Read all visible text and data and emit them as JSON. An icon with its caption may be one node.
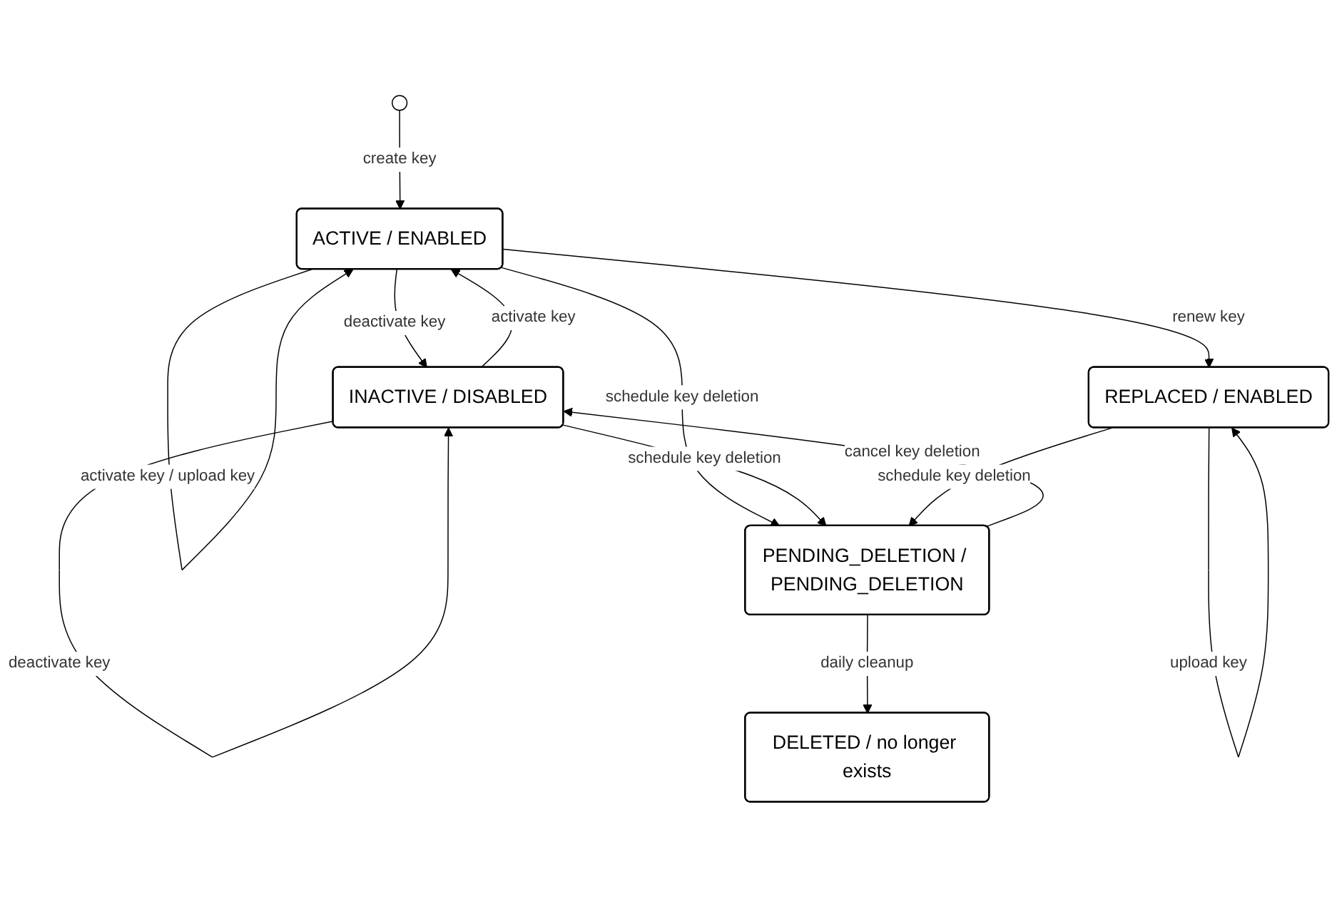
{
  "diagram": {
    "nodes": [
      {
        "text": [],
        "shape": "circle"
      },
      {
        "text": [
          "ACTIVE / ENABLED"
        ]
      },
      {
        "text": [
          "INACTIVE / DISABLED"
        ]
      },
      {
        "text": [
          "PENDING_DELETION / PENDING_DELETION"
        ]
      },
      {
        "text": [
          "REPLACED / ENABLED"
        ]
      },
      {
        "text": [
          "DELETED / no longer exists"
        ]
      }
    ],
    "edges": [
      {
        "from": 0,
        "to": 1,
        "arrow": "to",
        "label": "create key"
      },
      {
        "from": 1,
        "to": 1,
        "arrow": "to",
        "label": "activate key / upload key"
      },
      {
        "from": 2,
        "to": 1,
        "arrow": "to",
        "label": "activate key"
      },
      {
        "from": 1,
        "to": 2,
        "arrow": "to",
        "label": "deactivate key"
      },
      {
        "from": 2,
        "to": 2,
        "arrow": "to",
        "label": "deactivate key"
      },
      {
        "from": 1,
        "to": 3,
        "arrow": "to",
        "label": "schedule key deletion"
      },
      {
        "from": 2,
        "to": 3,
        "arrow": "to",
        "label": "schedule key deletion"
      },
      {
        "from": 3,
        "to": 2,
        "arrow": "to",
        "label": "cancel key deletion"
      },
      {
        "from": 1,
        "to": 4,
        "arrow": "to",
        "label": "renew key"
      },
      {
        "from": 4,
        "to": 3,
        "arrow": "to",
        "label": "schedule key deletion"
      },
      {
        "from": 4,
        "to": 4,
        "arrow": "to",
        "label": "upload key"
      },
      {
        "from": 3,
        "to": 5,
        "arrow": "to",
        "label": "daily cleanup"
      }
    ]
  }
}
